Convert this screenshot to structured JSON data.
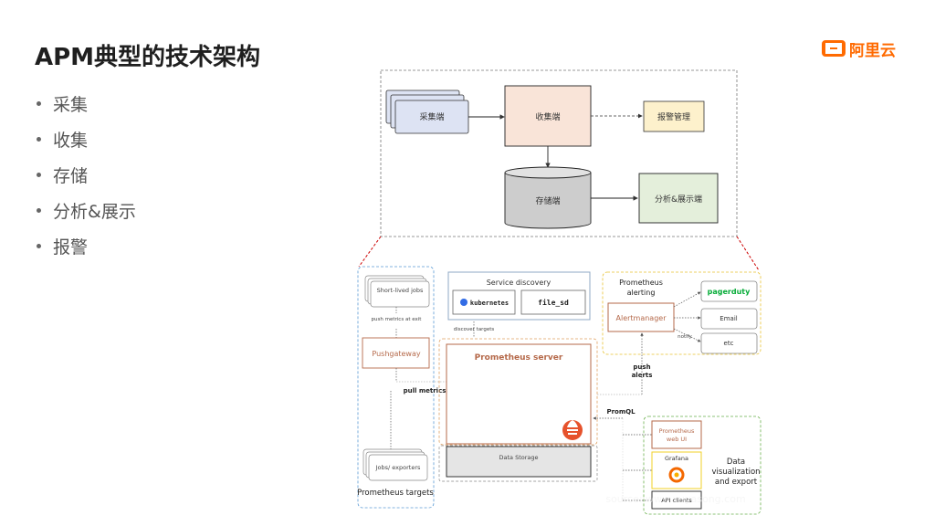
{
  "slide": {
    "title": "APM典型的技术架构",
    "logo_text": "阿里云",
    "brand_color": "#ff6a00",
    "bullets": [
      "采集",
      "收集",
      "存储",
      "分析&展示",
      "报警"
    ]
  },
  "top_diagram": {
    "collector_agents": "采集端",
    "collector_server": "收集端",
    "alert_management": "报警管理",
    "storage": "存储端",
    "analysis_display": "分析&展示端"
  },
  "prometheus": {
    "short_lived_jobs": "Short-lived jobs",
    "push_metrics": "push metrics at exit",
    "pushgateway": "Pushgateway",
    "pull_metrics": "pull metrics",
    "jobs_exporters": "Jobs/ exporters",
    "targets_label": "Prometheus targets",
    "service_discovery": "Service discovery",
    "kubernetes": "kubernetes",
    "file_sd": "file_sd",
    "discover_targets": "discover targets",
    "server": "Prometheus server",
    "data_storage": "Data Storage",
    "alerting_label": "Prometheus alerting",
    "alertmanager": "Alertmanager",
    "pagerduty": "pagerduty",
    "email": "Email",
    "etc": "etc",
    "notify": "notify",
    "push_alerts": "push alerts",
    "promql": "PromQL",
    "web_ui": "Prometheus web UI",
    "grafana": "Grafana",
    "api_clients": "API clients",
    "data_viz": "Data visualization and export",
    "watermark": "source: www.xuyasong.com"
  }
}
